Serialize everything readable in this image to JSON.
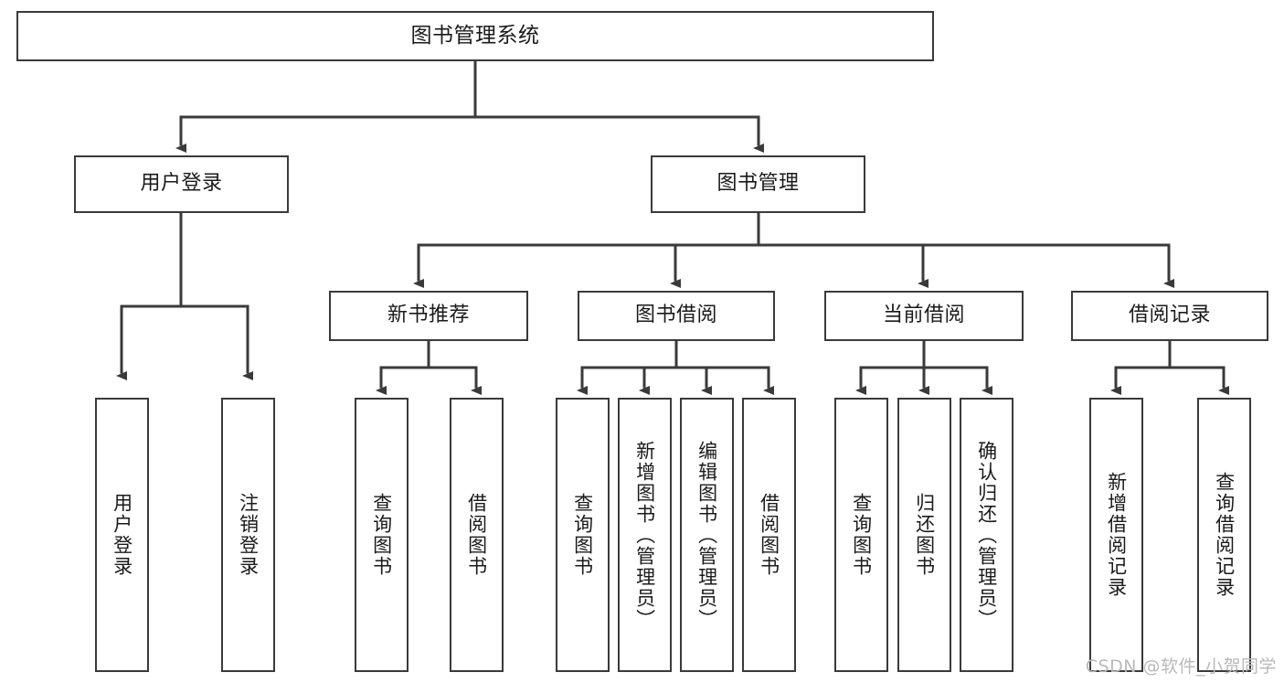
{
  "diagram": {
    "type": "tree-hierarchy",
    "title": "图书管理系统",
    "orientation": "top-down",
    "stroke_color": "#3a3a3a",
    "fill_color": "#ffffff",
    "text_color": "#1a1a1a"
  },
  "nodes": {
    "root": {
      "label": "图书管理系统",
      "level": 1
    },
    "branch": [
      {
        "id": "user-login",
        "label": "用户登录",
        "level": 2
      },
      {
        "id": "book-manage",
        "label": "图书管理",
        "level": 2
      }
    ],
    "subbranch": [
      {
        "id": "new-book-recommend",
        "label": "新书推荐",
        "level": 3,
        "parent": "book-manage"
      },
      {
        "id": "book-borrow",
        "label": "图书借阅",
        "level": 3,
        "parent": "book-manage"
      },
      {
        "id": "current-borrow",
        "label": "当前借阅",
        "level": 3,
        "parent": "book-manage"
      },
      {
        "id": "borrow-record",
        "label": "借阅记录",
        "level": 3,
        "parent": "book-manage"
      }
    ],
    "leaves": [
      {
        "id": "leaf-user-login",
        "label": "用户登录",
        "parent": "user-login"
      },
      {
        "id": "leaf-user-logout",
        "label": "注销登录",
        "parent": "user-login"
      },
      {
        "id": "leaf-query-book-1",
        "label": "查询图书",
        "parent": "new-book-recommend"
      },
      {
        "id": "leaf-borrow-book-1",
        "label": "借阅图书",
        "parent": "new-book-recommend"
      },
      {
        "id": "leaf-query-book-2",
        "label": "查询图书",
        "parent": "book-borrow"
      },
      {
        "id": "leaf-add-book",
        "label": "新增图书（管理员）",
        "parent": "book-borrow"
      },
      {
        "id": "leaf-edit-book",
        "label": "编辑图书（管理员）",
        "parent": "book-borrow"
      },
      {
        "id": "leaf-borrow-book-2",
        "label": "借阅图书",
        "parent": "book-borrow"
      },
      {
        "id": "leaf-query-book-3",
        "label": "查询图书",
        "parent": "current-borrow"
      },
      {
        "id": "leaf-return-book",
        "label": "归还图书",
        "parent": "current-borrow"
      },
      {
        "id": "leaf-confirm-return",
        "label": "确认归还（管理员）",
        "parent": "current-borrow"
      },
      {
        "id": "leaf-add-record",
        "label": "新增借阅记录",
        "parent": "borrow-record"
      },
      {
        "id": "leaf-query-record",
        "label": "查询借阅记录",
        "parent": "borrow-record"
      }
    ]
  },
  "watermark": {
    "text": "CSDN @软件_小贺同学"
  }
}
